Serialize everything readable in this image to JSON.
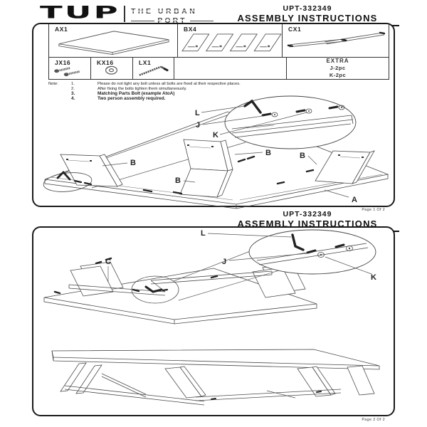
{
  "brand": {
    "logo": "TUP",
    "name_top": "THE URBAN",
    "name_bottom": "PORT"
  },
  "doc": {
    "code": "UPT-332349",
    "title": "ASSEMBLY INSTRUCTIONS"
  },
  "colors": {
    "ink": "#1a1a1a"
  },
  "page1": {
    "parts": [
      {
        "id": "AX1"
      },
      {
        "id": "BX4"
      },
      {
        "id": "CX1"
      },
      {
        "id": "JX16"
      },
      {
        "id": "KX16"
      },
      {
        "id": "LX1"
      }
    ],
    "extra": {
      "title": "EXTRA",
      "lines": [
        "J-2pc",
        "K-2pc"
      ]
    },
    "notes_label": "Note:",
    "notes": [
      {
        "num": "1.",
        "text": "Please do not tight any bolt unless all bolts are fixed at their respective places."
      },
      {
        "num": "2.",
        "text": "After fixing the bolts tighten them simultaneously."
      },
      {
        "num": "3.",
        "text": "Matching Parts Bolt (example AtoA)"
      },
      {
        "num": "4.",
        "text": "Two person assembly required."
      }
    ],
    "labels": {
      "l": "L",
      "j": "J",
      "k": "K",
      "b": "B",
      "a": "A"
    },
    "footer": "Page 1 Of 2"
  },
  "page2": {
    "labels": {
      "l": "L",
      "j": "J",
      "k": "K",
      "c": "C"
    },
    "footer": "Page 2 Of 2"
  }
}
